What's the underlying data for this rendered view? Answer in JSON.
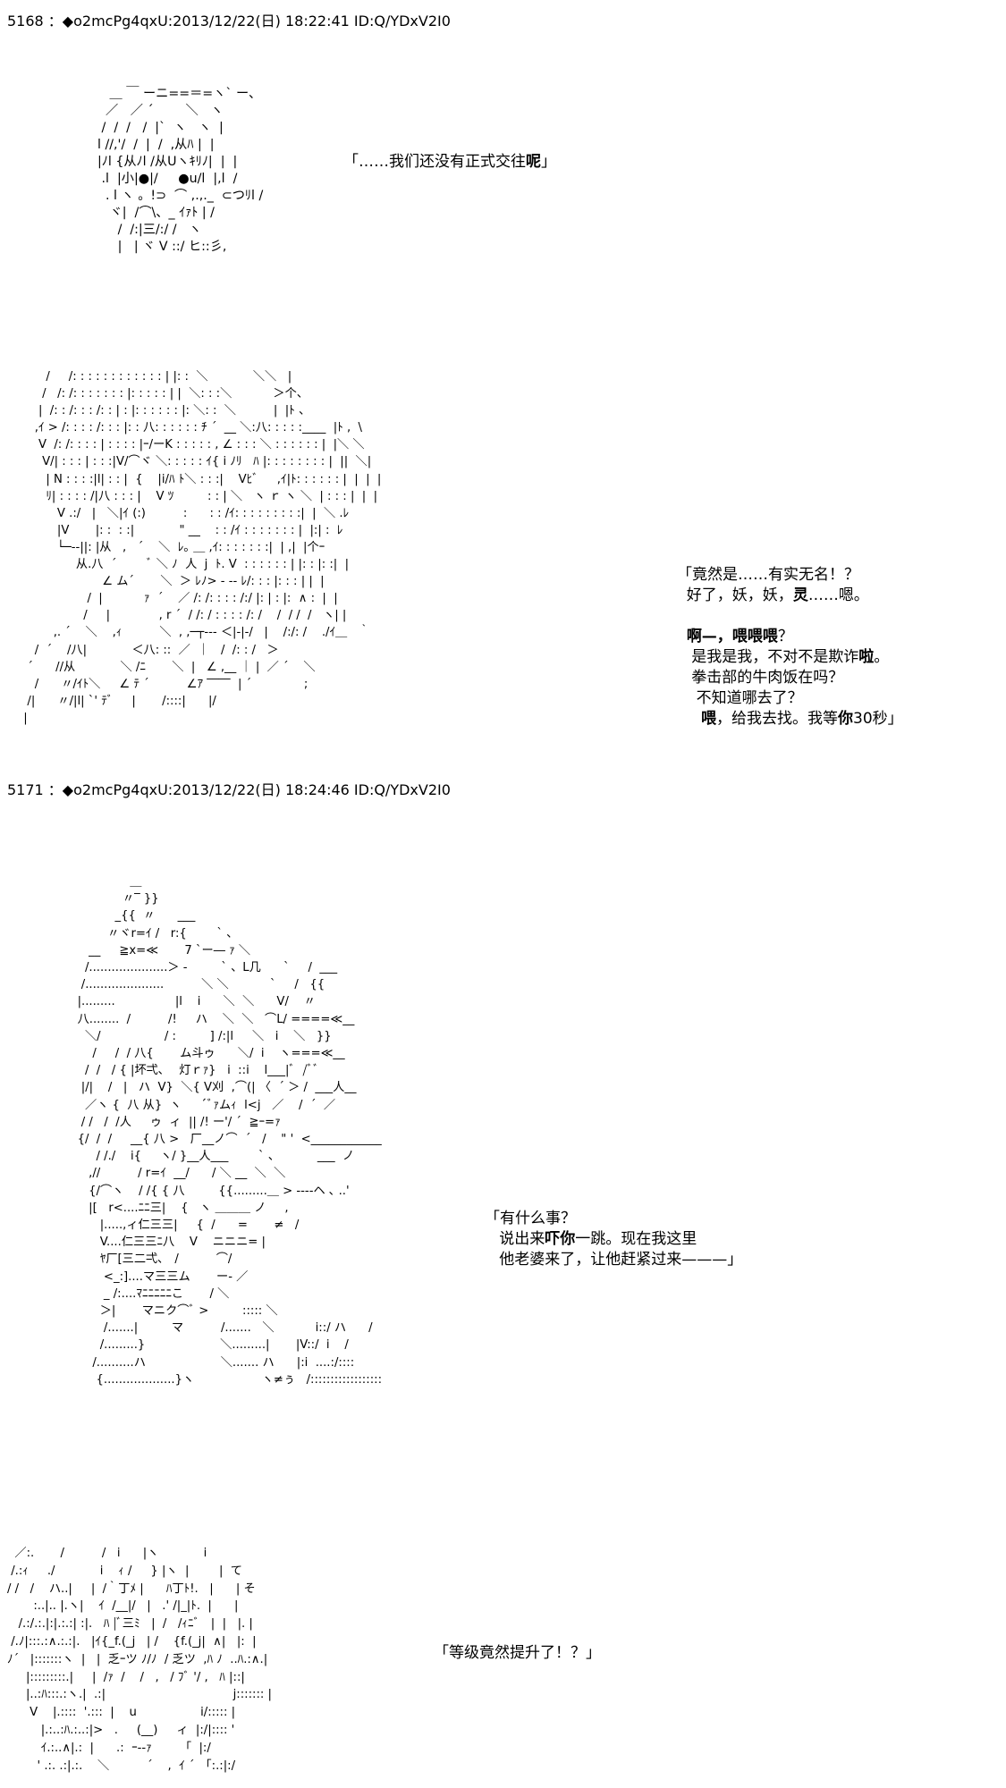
{
  "posts": [
    {
      "header": "5168 ：◆o2mcPg4qxU:2013/12/22(日) 18:22:41 ID:Q/YDxV2I0",
      "panels": [
        {
          "art": "     ＿ ￣ ーニ==＝=ヽ` ー、\n    ／   ／ ´        ＼   ヽ\n   /  /  /   /  |`  ヽ   ヽ  |\n  l //,'/  /  |  /  ,从ﾊ |  |\n  |ﾉl {从ﾉl /从Uヽｷﾘﾉ|  |  |\n   .l  |小|●|/     ●u/l  |,l  /\n    . l ヽ 。!⊃  ⌒ ,.,._  ⊂つﾘl /\n     ヾ|  /⌒\\、_ ｲｧﾄ | /\n       /  /:|三/:/ /   ヽ\n       |   | ヾ V ::/ ヒ::彡,",
          "lines": [
            [
              {
                "t": "「……我们还没有正式交往",
                "b": false
              },
              {
                "t": "呢",
                "b": true
              },
              {
                "t": "」",
                "b": false
              }
            ]
          ]
        },
        {
          "art": "       /     /: : : : : : : : : : : : | |: :  ＼            ＼＼   |\n      /   /: /: : : : : : : |: : : : : | |  ＼: : :＼           ＞个、\n     |  /: : /: : : /: : | : |: : : : : : |: ＼: :  ＼          |  |ﾄ 、\n    ,ｲ > /: : : : /: : : |: : 八: : : : : : ﾁ ´  __ ＼:八: : : : :____  |ﾄ ,  \\\n     V  /: /: : : : | : : : : |ｰ/ーK : : : : : , ∠ : : : ＼ : : : : : : |  |＼ ＼\n      V/| : : : | : : :|V/⌒ヾ ＼: : : : : ｲ{ i ﾉﾘ   ﾊ |: : : : : : : : |  ||  ＼|\n       | N : : : :|l| : : |  {    |i/ﾊ ﾄ＼ : : :|    Vﾋﾞ     ,ｲ|ﾄ: : : : : : |  |  |  |\n       ﾘ| : : : : /|八 : : : |    V ﾂ         : : | ＼   ヽ ｒ ヽ ＼  | : : : |  |  |\n          V .:/   |   ＼|ｲ (:)          :      : : /ｲ: : : : : : : : :|  |  ＼ .ﾚ\n          |V       |: :  : :|            \" __    : : /ｲ : : : : : : : |  |:| :  ﾚ\n          └─--||: |从   ,   ´    ＼  ﾚ｡ ＿ ,ｲ: : : : : : :|  | ,|  |个ｰ\n               从.八  ´        ﾞ ＼ ﾉ  人  j  ﾄ. V  : : : : : : | |: : |: :|  |\n                      ∠ ム´       ＼  ＞ ﾚﾉ> ‐ -- ﾚ/: : : |: : : | |  |\n                  /  |           ｧ  ´    ／ /: /: : : : /:/ |: | : |:  ∧ :  |  |\n                 /     |             , r ´  / /: / : : : : /: /    /  / /  /   ヽ| |\n         ,. ´    ＼    ,ｨ          ＼  , ,─┬--- ＜|-|-/   |    /:/: /    ./ｲ＿   ｀\n    /  ´    /八|            ＜八: ::  ／  ｜   /  /: : /   ＞\n  ´      //从            ＼ /ﾆ       ＼  |   ∠ ,__ ｜ |  ／ ´    ＼\n    /      〃/ｲﾄ＼     ∠ ﾃ ´          ∠ｱ ‾‾‾‾  | ´              ;\n  /|      〃/|l| `' ﾃﾞ     |       /::::|      |/\n |  ",
          "lines": [
            [
              {
                "t": "「竟然是……有实无名！？",
                "b": false
              }
            ],
            [
              {
                "t": "  好了，妖，妖，",
                "b": false
              },
              {
                "t": "灵",
                "b": true
              },
              {
                "t": "……嗯。",
                "b": false
              }
            ],
            [
              {
                "t": "",
                "b": false
              }
            ],
            [
              {
                "t": "  ",
                "b": false
              },
              {
                "t": "啊—，喂喂喂",
                "b": true
              },
              {
                "t": "？",
                "b": false
              }
            ],
            [
              {
                "t": "   是我是我，不对不是欺诈",
                "b": false
              },
              {
                "t": "啦",
                "b": true
              },
              {
                "t": "。",
                "b": false
              }
            ],
            [
              {
                "t": "   拳击部的牛肉饭在吗？",
                "b": false
              }
            ],
            [
              {
                "t": "    不知道哪去了？",
                "b": false
              }
            ],
            [
              {
                "t": "     ",
                "b": false
              },
              {
                "t": "喂",
                "b": true
              },
              {
                "t": "，给我去找。我等",
                "b": false
              },
              {
                "t": "你",
                "b": true
              },
              {
                "t": "30秒」",
                "b": false
              }
            ]
          ]
        }
      ]
    },
    {
      "header": "5171 ：◆o2mcPg4qxU:2013/12/22(日) 18:24:46 ID:Q/YDxV2I0",
      "panels": [
        {
          "art": "                 ＿\n               〃‾ }}\n             _{{  〃      ___\n           〃ヾr=ｲ /   r:{        ` 、\n      __     ≧x=≪       7 `ー― ｧ ＼\n     /.....................＞ -         ` 、L几      `     /  ___\n    /.....................          ＼ ＼           `     /   {{\n   |.........                |l    i      ＼  ＼      V/    〃\n   八........  /          /!     ハ    ＼  ＼   ⌒L/ ====≪__\n     ＼/                 / :         ] /:|l     ＼   i    ＼   }}\n       /     /  / 八{       ム斗ゥ      ＼/  i    ヽ===≪__\n     /  /   / { |坏弌､    灯ｒｧ}   i  ::i    l___|ﾞ  /ﾞﾞ\n    |/|    /   |   ハ  V}  ＼{ V刈  ,⌒(| 〈  ´ ＞ /  ___人__\n     ／ヽ {  八 从}  ヽ     ´ﾞｧムｨ  l<j   ／    /  ´  ／\n    / /   /  /人     ゥ  ィ  || /! ー'/ ´  ≧ｰ=ｧ\n   {/  /  /     __{ 八 >   厂__ノ⌒  ´   /    \" '  <____________\n        / /./    i{     ヽ/ }__人___        ` 、          ___  ノ\n      ,//          / r=ｲ  __/      / ＼ __  ＼  ＼\n      {/⌒ヽ    / /{ { 八         {{.........＿ > ----ヘ ､ ..'\n      |[   r<....ﾆﾆ三|    {   ヽ ＿＿＿ ノ     ,\n         |.....,ィ仁三三|     {  /      =       ≠   /\n         V....仁三三ﾆ八    V    ニニニ= |\n         ﾔ厂[三二弌､   /          ⌒/\n          <_:]....マ三三ム       ー- ／\n          _ /:....ﾏﾆﾆﾆﾆﾆこ       / ＼\n         ＞|       マニク⌒ﾞ >         ::::: ＼\n          /.......|         マ          /.......   ＼           i::/ ハ      /\n         /.........}                    ＼.........|       |V::/  i    /\n       /..........ハ                    ＼....... ハ      |:i  ....:/::::\n        {...................}ヽ                  ヽ≠ぅ   /::::::::::::::::::",
          "lines": [
            [
              {
                "t": "「有什么事？",
                "b": false
              }
            ],
            [
              {
                "t": "   说出来",
                "b": false
              },
              {
                "t": "吓你",
                "b": true
              },
              {
                "t": "一跳。现在我这里",
                "b": false
              }
            ],
            [
              {
                "t": "   他老婆来了，让他赶紧过来———」",
                "b": false
              }
            ]
          ]
        },
        {
          "art": "  ／:.       /          /   i      |ヽ            i\n /.:ｨ     ./            i    ｨ /     } |ヽ  |        |  て\n/ /   /    ハ..|     |  /｀丁ﾒ |      ﾊ丁ﾄ!.   |      | そ\n       :..|.. |.ヽ|    ｲ  /__|/   |   .' /|_|ﾄ.  |      |\n   /.:/.:.|:|.:.:| :|.   ﾊ |ﾞ三ﾐ   |  /   /ｨﾆﾞ   |  |   |. |\n /.ﾉ|:::.:∧.:.:|.   |ｲ{_f.(_j   | /    {f.(_j|  ∧|   |:  |\nﾉ´   |:::::::ヽ  |   |  乏ｰツ ﾉ/ﾉ  / 乏ツ  ,ﾊ ﾉ  ..ﾊ.:∧.|\n     |:::::::::.|     |  /ｧ  /    /   ,   / ﾌﾞ '/ ,   ﾊ |::|\n     |..:ﾊ:::.:ヽ.|  .:|                                  j::::::: |\n      V    |.::::  '.:::  |    u                 i/::::: |\n         |.:..:ﾊ.:..:|>   .     (__)     ィ  |:/|:::: '\n         ｲ.:..∧|.:  |      .:  ｰ‐‐ｧ         ｢  |:/\n        ' .:. .:|.:.    ＼          ´    ,  ｲ ´   ｢:.:|:/",
          "lines": [
            [
              {
                "t": "「等级竟然提升了！？」",
                "b": false
              }
            ]
          ]
        }
      ]
    }
  ]
}
